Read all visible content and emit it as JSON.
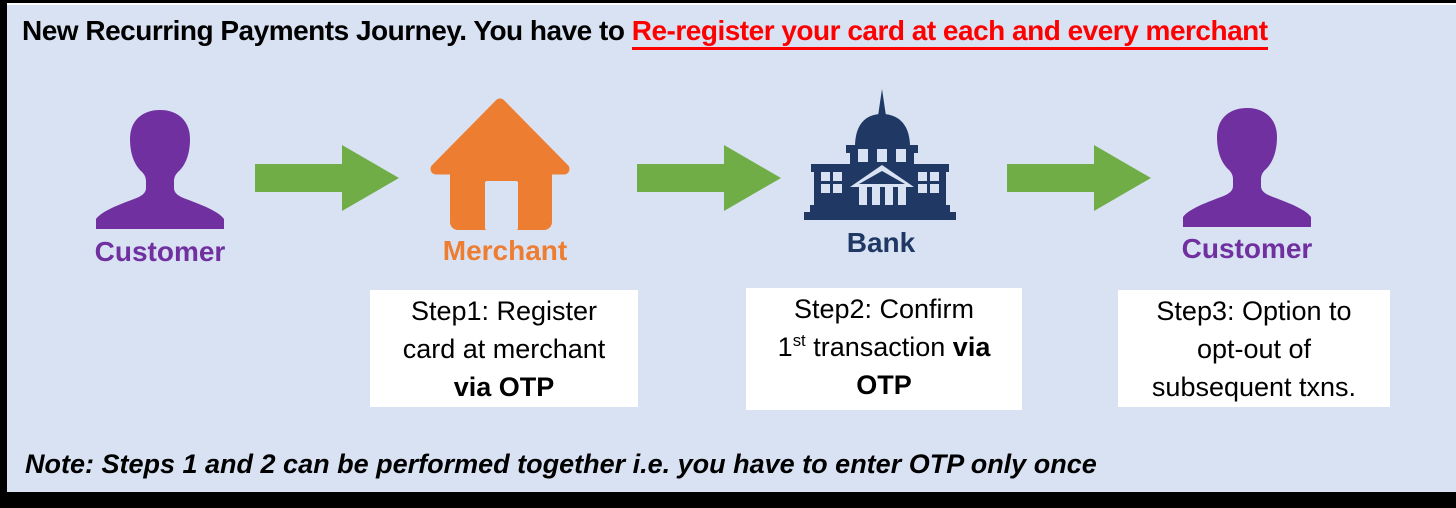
{
  "colors": {
    "background": "#D9E2F3",
    "purple": "#7030A0",
    "orange": "#ED7D31",
    "navy": "#1F3864",
    "green": "#70AD47",
    "red": "#FF0000",
    "black": "#000000",
    "white": "#FFFFFF"
  },
  "title": {
    "black_part": "New Recurring Payments Journey. You have to ",
    "red_part": "Re-register your card at each and every merchant"
  },
  "entities": [
    {
      "label": "Customer",
      "icon": "person-icon"
    },
    {
      "label": "Merchant",
      "icon": "house-icon"
    },
    {
      "label": "Bank",
      "icon": "bank-icon"
    },
    {
      "label": "Customer",
      "icon": "person-icon"
    }
  ],
  "steps": [
    {
      "lines": [
        [
          {
            "t": "Step1: Register"
          }
        ],
        [
          {
            "t": "card at merchant"
          }
        ],
        [
          {
            "t": "via OTP",
            "b": true
          }
        ]
      ]
    },
    {
      "lines": [
        [
          {
            "t": "Step2: Confirm"
          }
        ],
        [
          {
            "t": "1"
          },
          {
            "t": "st",
            "sup": true
          },
          {
            "t": " transaction "
          },
          {
            "t": "via",
            "b": true
          }
        ],
        [
          {
            "t": "OTP",
            "b": true
          }
        ]
      ]
    },
    {
      "lines": [
        [
          {
            "t": "Step3: Option to"
          }
        ],
        [
          {
            "t": "opt-out of"
          }
        ],
        [
          {
            "t": "subsequent txns."
          }
        ]
      ]
    }
  ],
  "note": "Note: Steps 1 and 2 can be performed together i.e. you have to enter OTP only once"
}
